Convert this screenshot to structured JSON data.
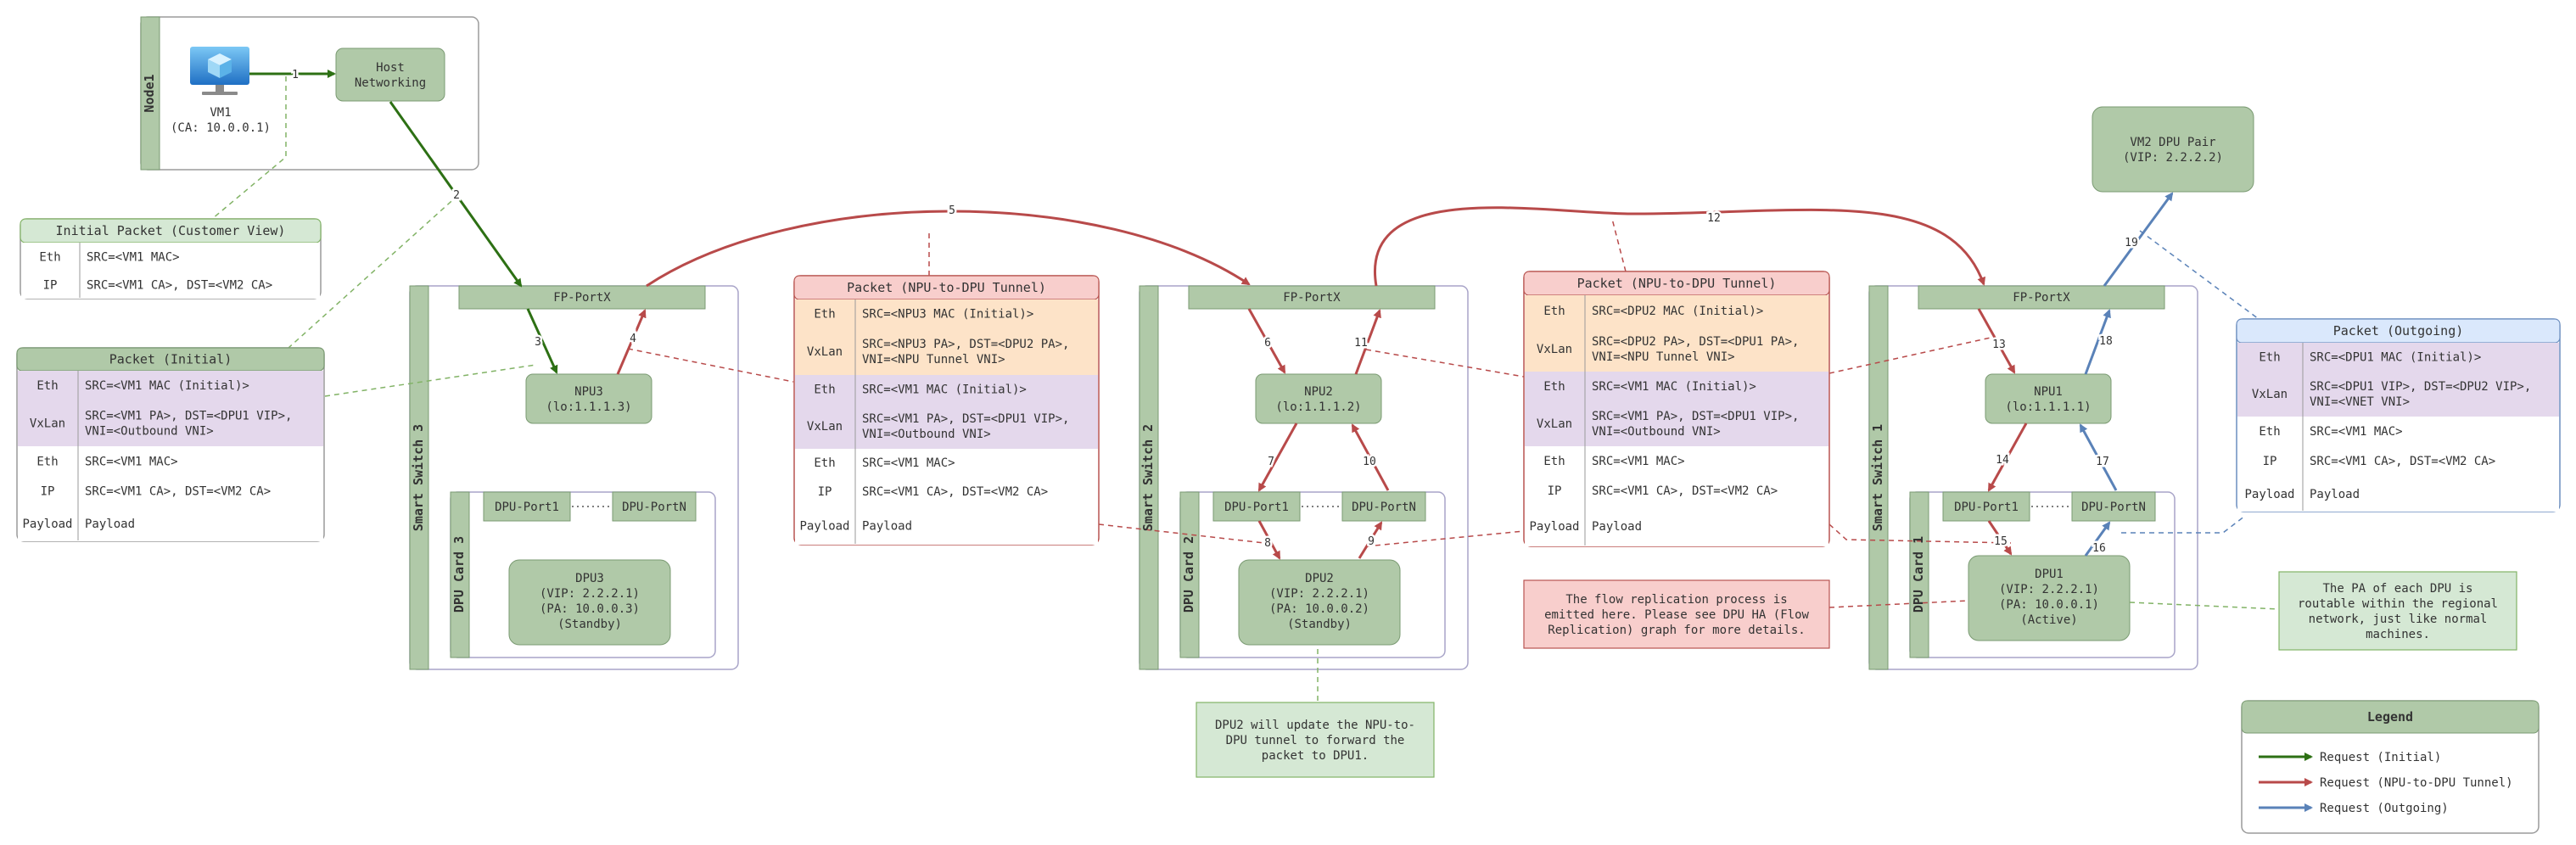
{
  "node": {
    "title": "Node1",
    "vm_name": "VM1",
    "vm_ca": "(CA: 10.0.0.1)",
    "host_networking": [
      "Host",
      "Networking"
    ]
  },
  "switches": [
    {
      "title": "Smart Switch 3",
      "fp": "FP-PortX",
      "npu_name": "NPU3",
      "npu_lo": "(lo:1.1.1.3)",
      "card": "DPU Card 3",
      "port1": "DPU-Port1",
      "portn": "DPU-PortN",
      "dpu_lines": [
        "DPU3",
        "(VIP: 2.2.2.1)",
        "(PA: 10.0.0.3)",
        "(Standby)"
      ]
    },
    {
      "title": "Smart Switch 2",
      "fp": "FP-PortX",
      "npu_name": "NPU2",
      "npu_lo": "(lo:1.1.1.2)",
      "card": "DPU Card 2",
      "port1": "DPU-Port1",
      "portn": "DPU-PortN",
      "dpu_lines": [
        "DPU2",
        "(VIP: 2.2.2.1)",
        "(PA: 10.0.0.2)",
        "(Standby)"
      ]
    },
    {
      "title": "Smart Switch 1",
      "fp": "FP-PortX",
      "npu_name": "NPU1",
      "npu_lo": "(lo:1.1.1.1)",
      "card": "DPU Card 1",
      "port1": "DPU-Port1",
      "portn": "DPU-PortN",
      "dpu_lines": [
        "DPU1",
        "(VIP: 2.2.2.1)",
        "(PA: 10.0.0.1)",
        "(Active)"
      ]
    }
  ],
  "vm2_pair": [
    "VM2 DPU Pair",
    "(VIP: 2.2.2.2)"
  ],
  "packets": {
    "customer": {
      "title": "Initial Packet (Customer View)",
      "rows": [
        [
          "Eth",
          "SRC=<VM1 MAC>"
        ],
        [
          "IP",
          "SRC=<VM1 CA>, DST=<VM2 CA>"
        ]
      ]
    },
    "initial": {
      "title": "Packet (Initial)",
      "rows": [
        [
          "Eth",
          "SRC=<VM1 MAC (Initial)>"
        ],
        [
          "VxLan",
          "SRC=<VM1 PA>, DST=<DPU1 VIP>,\nVNI=<Outbound VNI>"
        ],
        [
          "Eth",
          "SRC=<VM1 MAC>"
        ],
        [
          "IP",
          "SRC=<VM1 CA>, DST=<VM2 CA>"
        ],
        [
          "Payload",
          "Payload"
        ]
      ]
    },
    "tunnel1": {
      "title": "Packet (NPU-to-DPU Tunnel)",
      "rows": [
        [
          "Eth",
          "SRC=<NPU3 MAC (Initial)>"
        ],
        [
          "VxLan",
          "SRC=<NPU3 PA>, DST=<DPU2 PA>,\nVNI=<NPU Tunnel VNI>"
        ],
        [
          "Eth",
          "SRC=<VM1 MAC (Initial)>"
        ],
        [
          "VxLan",
          "SRC=<VM1 PA>, DST=<DPU1 VIP>,\nVNI=<Outbound VNI>"
        ],
        [
          "Eth",
          "SRC=<VM1 MAC>"
        ],
        [
          "IP",
          "SRC=<VM1 CA>, DST=<VM2 CA>"
        ],
        [
          "Payload",
          "Payload"
        ]
      ]
    },
    "tunnel2": {
      "title": "Packet (NPU-to-DPU Tunnel)",
      "rows": [
        [
          "Eth",
          "SRC=<DPU2 MAC (Initial)>"
        ],
        [
          "VxLan",
          "SRC=<DPU2 PA>, DST=<DPU1 PA>,\nVNI=<NPU Tunnel VNI>"
        ],
        [
          "Eth",
          "SRC=<VM1 MAC (Initial)>"
        ],
        [
          "VxLan",
          "SRC=<VM1 PA>, DST=<DPU1 VIP>,\nVNI=<Outbound VNI>"
        ],
        [
          "Eth",
          "SRC=<VM1 MAC>"
        ],
        [
          "IP",
          "SRC=<VM1 CA>, DST=<VM2 CA>"
        ],
        [
          "Payload",
          "Payload"
        ]
      ]
    },
    "outgoing": {
      "title": "Packet (Outgoing)",
      "rows": [
        [
          "Eth",
          "SRC=<DPU1 MAC (Initial)>"
        ],
        [
          "VxLan",
          "SRC=<DPU1 VIP>, DST=<DPU2 VIP>,\nVNI=<VNET VNI>"
        ],
        [
          "Eth",
          "SRC=<VM1 MAC>"
        ],
        [
          "IP",
          "SRC=<VM1 CA>, DST=<VM2 CA>"
        ],
        [
          "Payload",
          "Payload"
        ]
      ]
    }
  },
  "notes": {
    "flow_replication": "The flow replication process is\nemitted here. Please see DPU HA (Flow\nReplication) graph for more details.",
    "dpu2_update": "DPU2 will update the NPU-to-\nDPU tunnel to forward the\npacket to DPU1.",
    "pa_routable": "The PA of each DPU is\nroutable within the regional\nnetwork, just like normal\nmachines."
  },
  "step_labels": [
    "1",
    "2",
    "3",
    "4",
    "5",
    "6",
    "7",
    "8",
    "9",
    "10",
    "11",
    "12",
    "13",
    "14",
    "15",
    "16",
    "17",
    "18",
    "19"
  ],
  "legend": {
    "title": "Legend",
    "items": [
      "Request (Initial)",
      "Request (NPU-to-DPU Tunnel)",
      "Request (Outgoing)"
    ]
  },
  "colors": {
    "node_fill": "#b0c9a8",
    "node_stroke": "#7a9a72",
    "initial_arrow": "#2d7014",
    "tunnel_arrow": "#b84a4a",
    "outgoing_arrow": "#5a82b8",
    "container_stroke": "#a8a4c8",
    "red_header": "#f8cecc",
    "orange_row": "#fde3c8",
    "purple_row": "#e4d8ec",
    "blue_header": "#dae8fc",
    "green_header": "#d5e8d4",
    "green_dash": "#82b366"
  }
}
